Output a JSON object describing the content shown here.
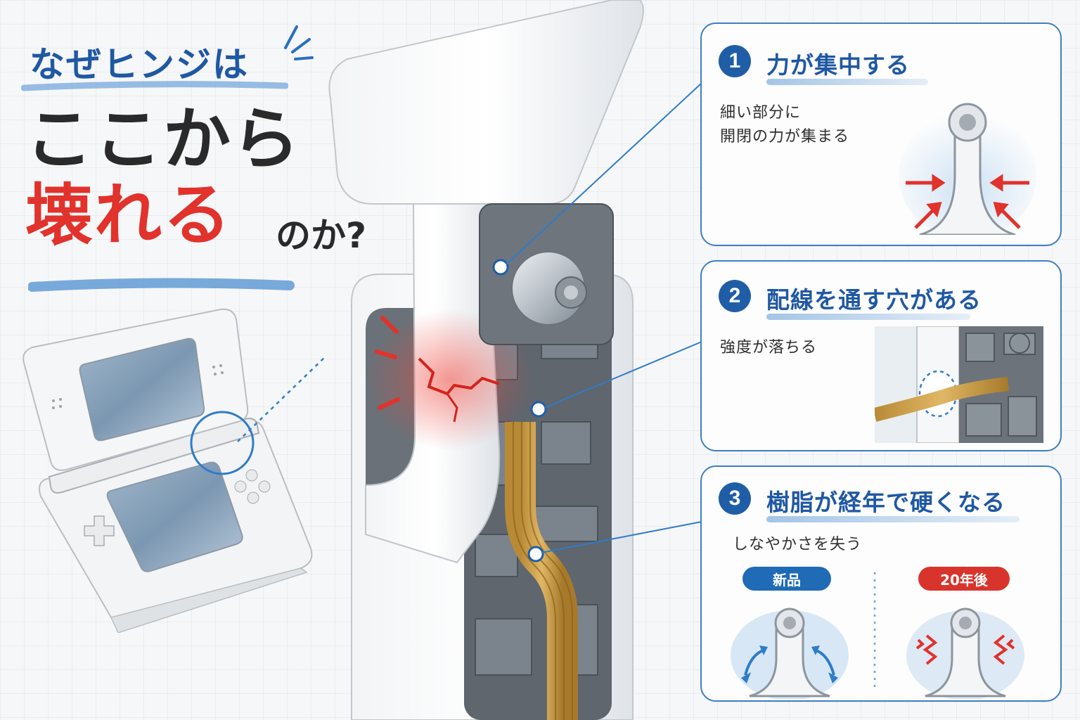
{
  "title": {
    "line1": "なぜヒンジは",
    "line2": "ここから",
    "line3_main": "壊れる",
    "line3_suffix": "のか?"
  },
  "points": [
    {
      "number": "1",
      "heading": "力が集中する",
      "text_l1": "細い部分に",
      "text_l2": "開閉の力が集まる"
    },
    {
      "number": "2",
      "heading": "配線を通す穴がある",
      "text_l1": "強度が落ちる"
    },
    {
      "number": "3",
      "heading": "樹脂が経年で硬くなる",
      "text_l1": "しなやかさを失う",
      "label_new": "新品",
      "label_old": "20年後"
    }
  ],
  "colors": {
    "accent_blue": "#1f58a3",
    "accent_red": "#e1322b",
    "card_border": "#3f7fc4"
  },
  "icons": [
    "warning-burst",
    "stress-arrow",
    "flex-arrow",
    "brittle-zigzag"
  ]
}
